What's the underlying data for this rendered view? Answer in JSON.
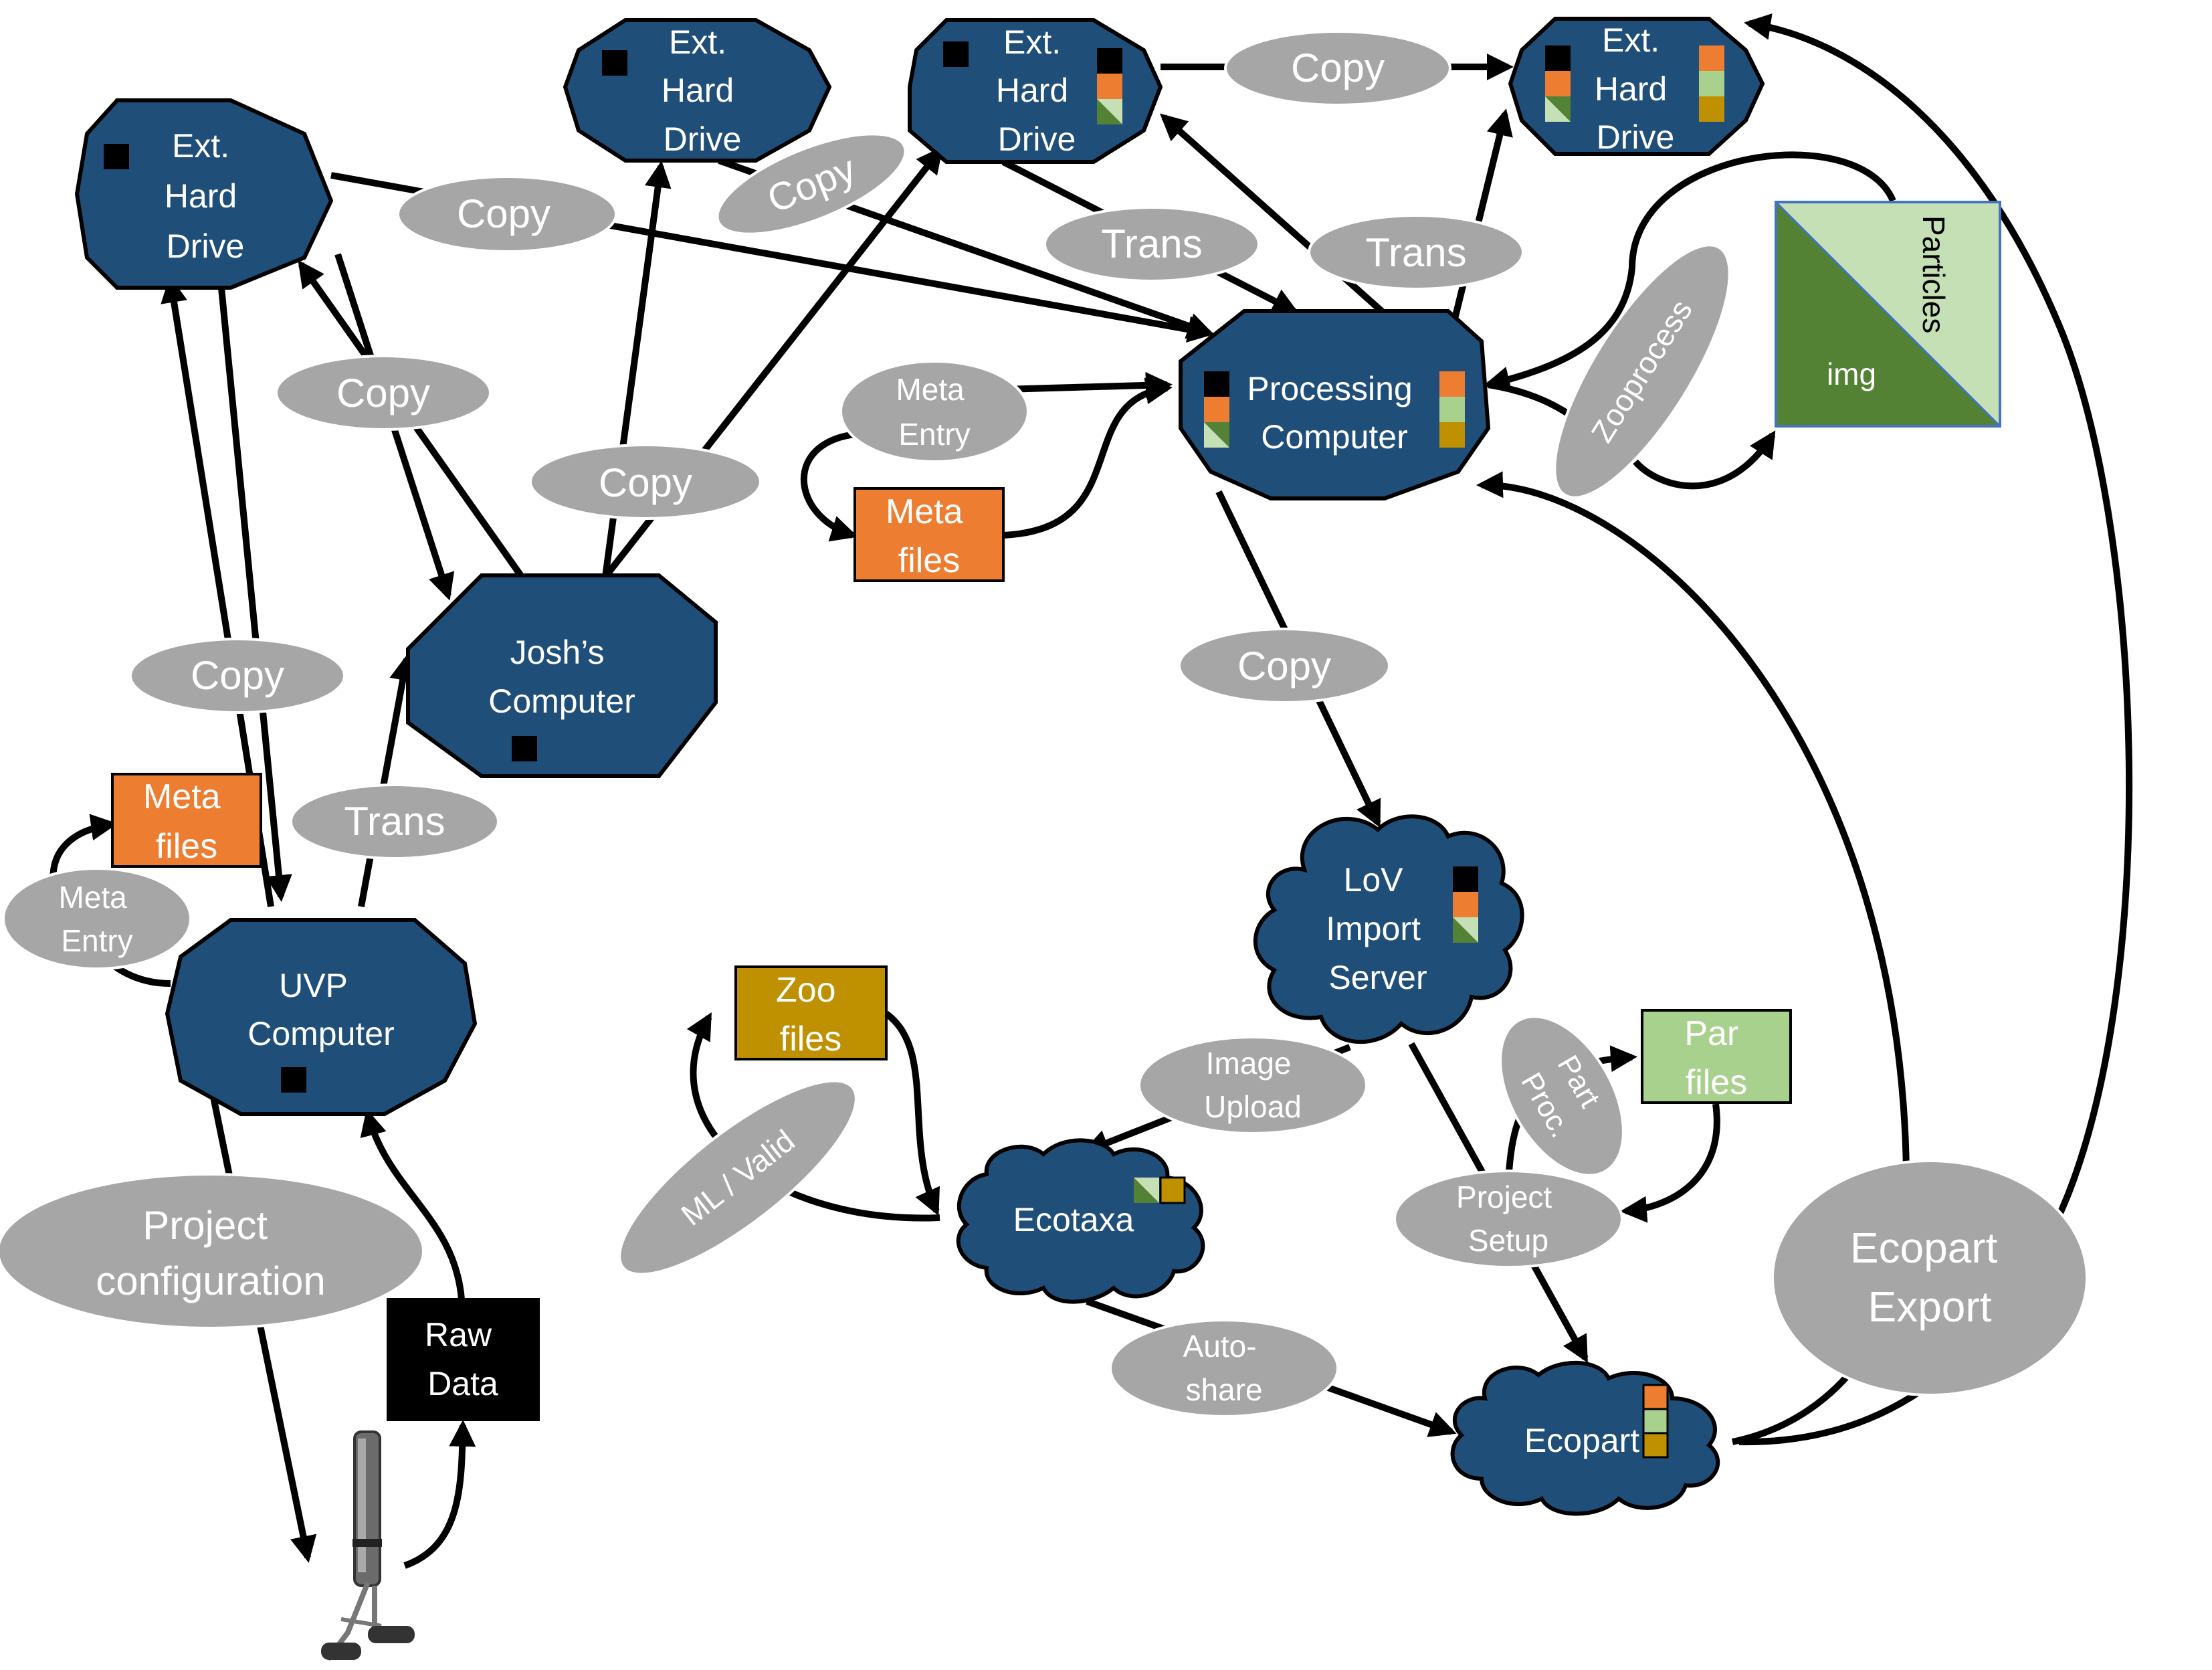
{
  "colors": {
    "node_fill": "#1f4e79",
    "node_stroke": "#000000",
    "edge_label_fill": "#a6a6a6",
    "black_sq": "#000000",
    "orange_sq": "#ed7d31",
    "light_green_sq": "#a9d18e",
    "gold_sq": "#bf9000",
    "dark_green": "#548235",
    "pale_green": "#c5e0b4",
    "arrow": "#000000"
  },
  "nodes": {
    "ext_hd_1": {
      "lines": [
        "Ext.",
        "Hard",
        "Drive"
      ]
    },
    "ext_hd_2": {
      "lines": [
        "Ext.",
        "Hard",
        "Drive"
      ]
    },
    "ext_hd_3": {
      "lines": [
        "Ext.",
        "Hard",
        "Drive"
      ]
    },
    "ext_hd_4": {
      "lines": [
        "Ext.",
        "Hard",
        "Drive"
      ]
    },
    "joshs_computer": {
      "lines": [
        "Josh’s",
        "Computer"
      ]
    },
    "uvp_computer": {
      "lines": [
        "UVP",
        "Computer"
      ]
    },
    "processing_computer": {
      "lines": [
        "Processing",
        "Computer"
      ]
    },
    "lov_import_server": {
      "lines": [
        "LoV",
        "Import",
        "Server"
      ]
    },
    "ecotaxa": {
      "lines": [
        "Ecotaxa"
      ]
    },
    "ecopart": {
      "lines": [
        "Ecopart"
      ]
    }
  },
  "boxes": {
    "meta_files_top": {
      "lines": [
        "Meta",
        "files"
      ]
    },
    "meta_files_left": {
      "lines": [
        "Meta",
        "files"
      ]
    },
    "zoo_files": {
      "lines": [
        "Zoo",
        "files"
      ]
    },
    "par_files": {
      "lines": [
        "Par",
        "files"
      ]
    },
    "raw_data": {
      "lines": [
        "Raw",
        "Data"
      ]
    },
    "particles_img": {
      "top_label": "Particles",
      "bottom_label": "img"
    }
  },
  "edge_labels": {
    "copy_1": {
      "lines": [
        "Copy"
      ]
    },
    "copy_2": {
      "lines": [
        "Copy"
      ]
    },
    "copy_3": {
      "lines": [
        "Copy"
      ]
    },
    "copy_4": {
      "lines": [
        "Copy"
      ]
    },
    "copy_5": {
      "lines": [
        "Copy"
      ]
    },
    "copy_6": {
      "lines": [
        "Copy"
      ]
    },
    "copy_7": {
      "lines": [
        "Copy"
      ]
    },
    "trans_1": {
      "lines": [
        "Trans"
      ]
    },
    "trans_2": {
      "lines": [
        "Trans"
      ]
    },
    "trans_3": {
      "lines": [
        "Trans"
      ]
    },
    "meta_entry_top": {
      "lines": [
        "Meta",
        "Entry"
      ]
    },
    "meta_entry_left": {
      "lines": [
        "Meta",
        "Entry"
      ]
    },
    "zooprocess": {
      "lines": [
        "Zooprocess"
      ]
    },
    "image_upload": {
      "lines": [
        "Image",
        "Upload"
      ]
    },
    "part_proc": {
      "lines": [
        "Part",
        "Proc."
      ]
    },
    "project_setup": {
      "lines": [
        "Project",
        "Setup"
      ]
    },
    "ml_valid": {
      "lines": [
        "ML / Valid"
      ]
    },
    "auto_share": {
      "lines": [
        "Auto-",
        "share"
      ]
    },
    "project_configuration": {
      "lines": [
        "Project",
        "configuration"
      ]
    },
    "ecopart_export": {
      "lines": [
        "Ecopart",
        "Export"
      ]
    }
  }
}
